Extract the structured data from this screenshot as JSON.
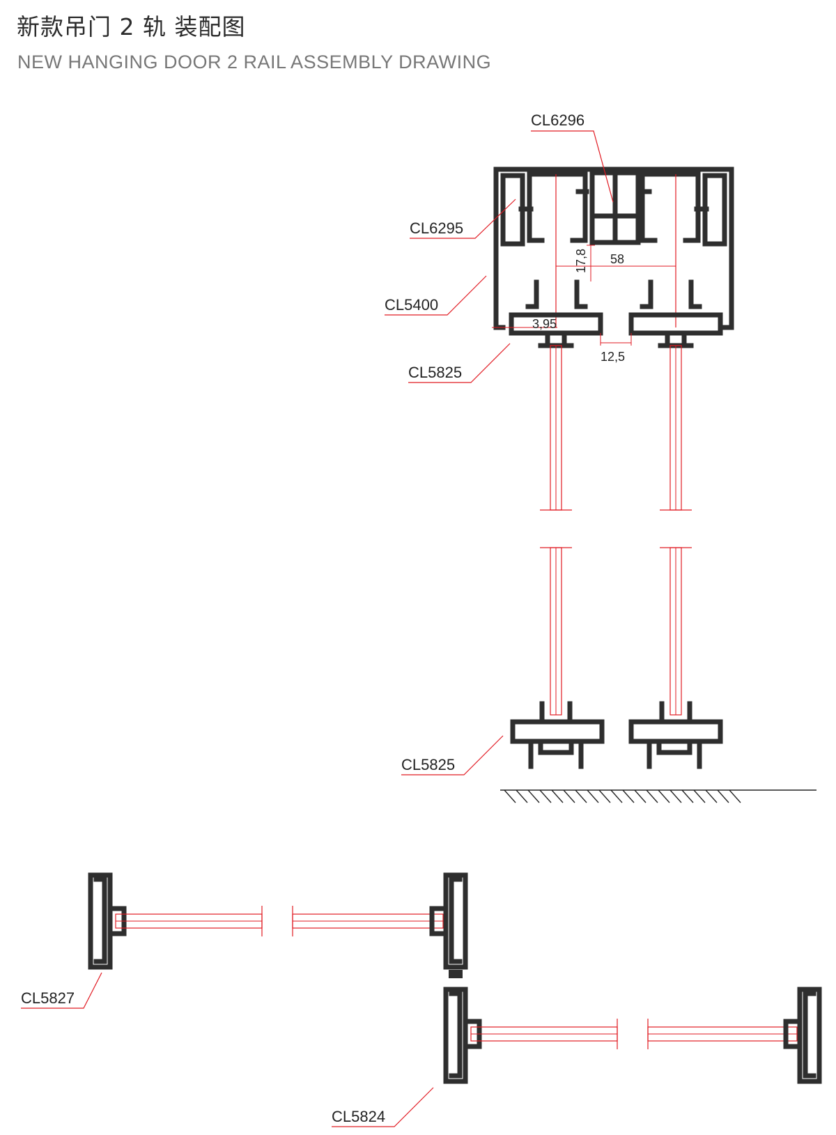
{
  "header": {
    "title_cn": "新款吊门 2 轨 装配图",
    "title_en": "NEW HANGING DOOR 2 RAIL ASSEMBLY DRAWING"
  },
  "labels": {
    "cl6296": "CL6296",
    "cl6295": "CL6295",
    "cl5400": "CL5400",
    "cl5825_top": "CL5825",
    "cl5825_bottom": "CL5825",
    "cl5827": "CL5827",
    "cl5824": "CL5824"
  },
  "dimensions": {
    "d178": "17,8",
    "d58": "58",
    "d395": "3,95",
    "d125": "12,5"
  },
  "colors": {
    "profile": "#2e2e2e",
    "leader": "#e11a22",
    "text": "#222222"
  }
}
